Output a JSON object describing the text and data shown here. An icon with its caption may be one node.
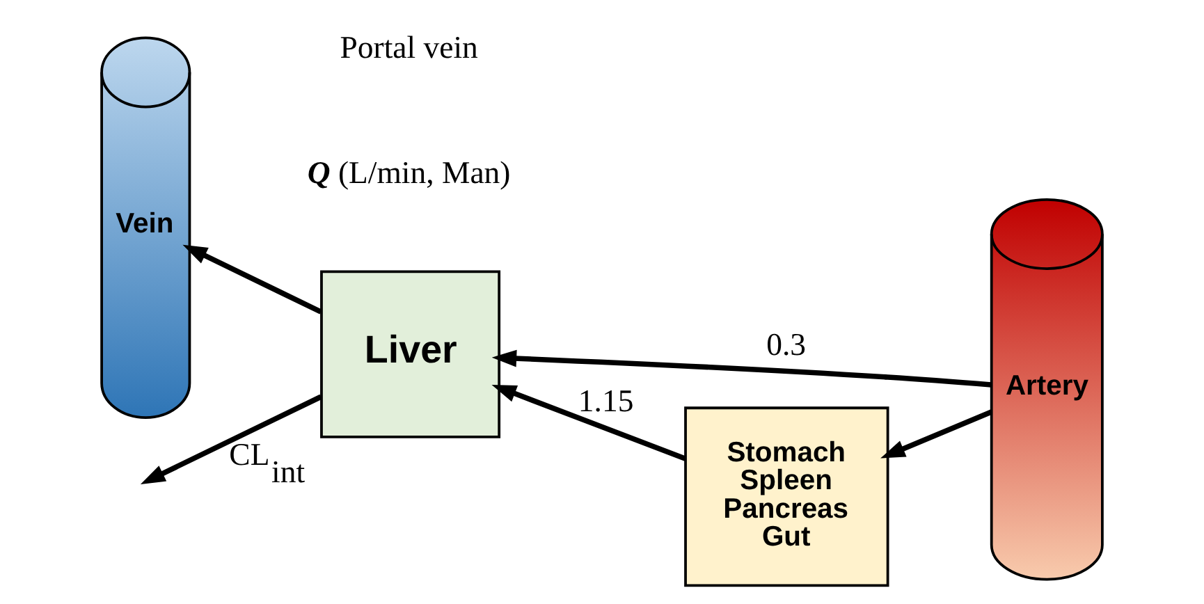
{
  "diagram": {
    "nodes": [
      {
        "text": [
          "Vein"
        ]
      },
      {
        "text": [
          "Artery"
        ]
      },
      {
        "text": [
          "Liver"
        ]
      },
      {
        "text": [
          "Stomach Spleen Pancreas Gut"
        ]
      }
    ],
    "edges": [
      {
        "from": 2,
        "to": 0,
        "arrow": "to"
      },
      {
        "from": 1,
        "to": 2,
        "arrow": "to",
        "label": "0.3"
      },
      {
        "from": 1,
        "to": 3,
        "arrow": "to"
      },
      {
        "from": 3,
        "to": 2,
        "arrow": "to",
        "label": "1.15"
      },
      {
        "from": 2,
        "to": null,
        "arrow": "to",
        "label": "CL$_{int}$"
      }
    ],
    "labels": [
      "**Q** (L/min, Man)",
      "Portal vein"
    ]
  }
}
